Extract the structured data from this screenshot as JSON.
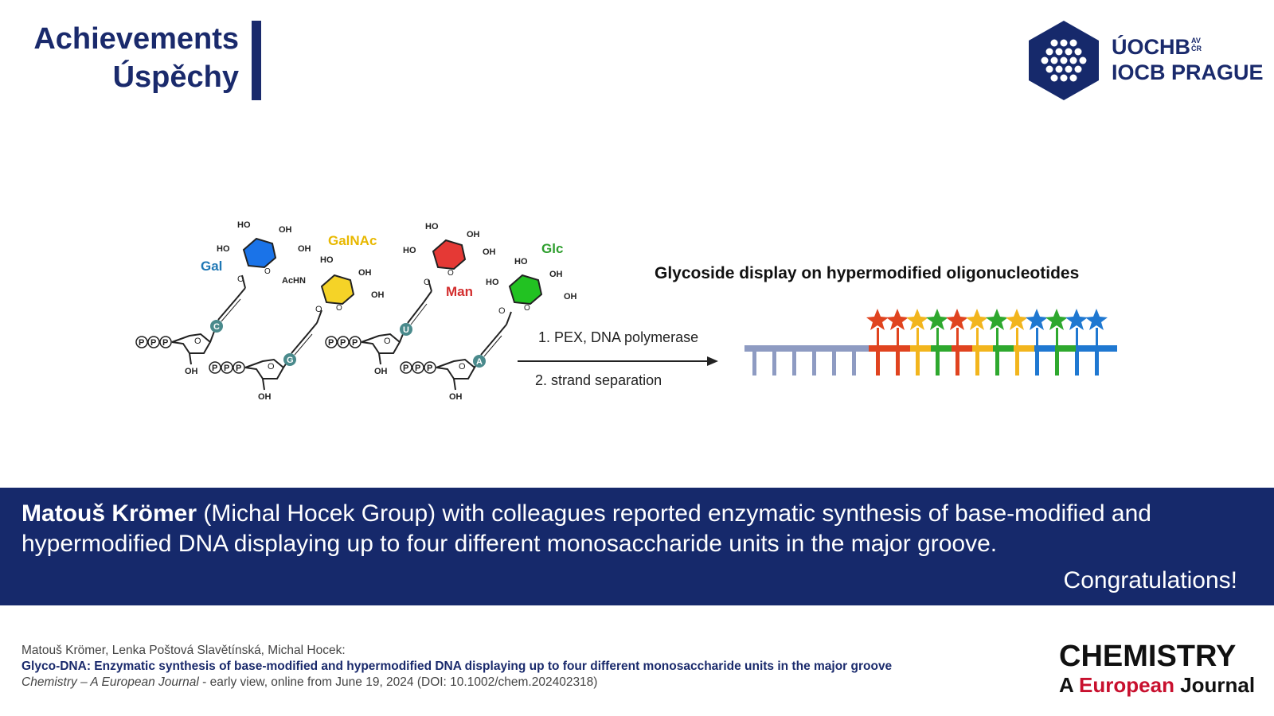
{
  "header": {
    "line1": "Achievements",
    "line2": "Úspěchy"
  },
  "logo": {
    "line1": "ÚOCHB",
    "av_top": "AV",
    "av_bottom": "ČR",
    "line2": "IOCB PRAGUE"
  },
  "scheme": {
    "title": "Glycoside display on hypermodified oligonucleotides",
    "step1": "1. PEX, DNA polymerase",
    "step2": "2. strand separation",
    "sugars": [
      {
        "name": "Gal",
        "color": "#1a73e8",
        "label_color": "#1f77b4"
      },
      {
        "name": "GalNAc",
        "color": "#f5d327",
        "label_color": "#e8b800"
      },
      {
        "name": "Man",
        "color": "#e53935",
        "label_color": "#d32f2f"
      },
      {
        "name": "Glc",
        "color": "#22c222",
        "label_color": "#2e9e2e"
      }
    ],
    "bases": [
      "C",
      "G",
      "U",
      "A"
    ],
    "ppp": "P",
    "labels": {
      "ho": "HO",
      "oh": "OH",
      "o": "O",
      "achn": "AcHN"
    }
  },
  "banner": {
    "name": "Matouš Krömer",
    "text": " (Michal Hocek Group) with colleagues reported enzymatic synthesis of base-modified and hypermodified DNA displaying up to four different monosaccharide units in the major groove.",
    "congrats": "Congratulations!"
  },
  "citation": {
    "authors": "Matouš Krömer, Lenka Poštová Slavětínská, Michal Hocek:",
    "title": "Glyco-DNA: Enzymatic synthesis of base-modified and hypermodified DNA displaying up to four different monosaccharide units in the major groove",
    "journal": "Chemistry – A European Journal",
    "rest": " - early view, online from June 19, 2024 (DOI: 10.1002/chem.202402318)"
  },
  "journal_logo": {
    "line1": "CHEMISTRY",
    "a": "A ",
    "european": "European",
    "journal": " Journal"
  },
  "colors": {
    "navy": "#16296b",
    "teal": "#4a8a8c",
    "strand_gray": "#8e9bc2"
  }
}
